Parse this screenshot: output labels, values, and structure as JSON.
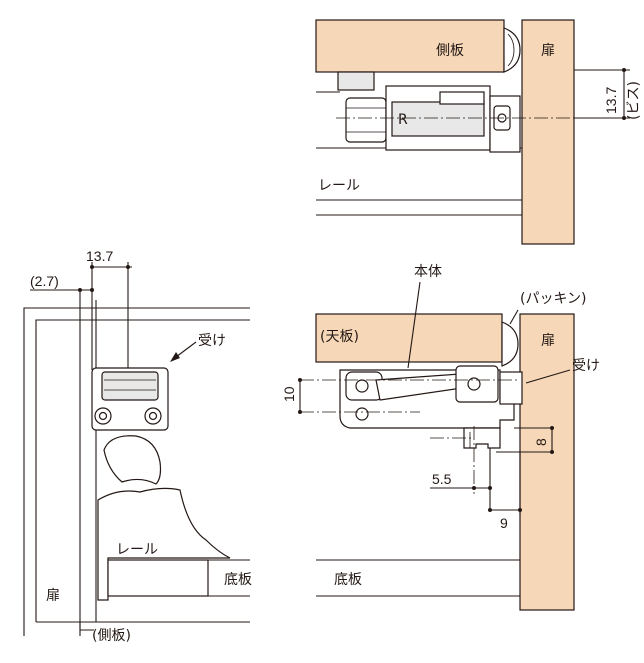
{
  "labels": {
    "top": {
      "side_panel": "側板",
      "door": "扉",
      "rail": "レール",
      "dim_13_7": "13.7",
      "screw": "(ビス)"
    },
    "left": {
      "dim_13_7": "13.7",
      "dim_2_7": "(2.7)",
      "receiver": "受け",
      "rail": "レール",
      "bottom_board": "底板",
      "door": "扉",
      "side_panel": "(側板)"
    },
    "right": {
      "body": "本体",
      "packing": "(パッキン)",
      "top_board": "(天板)",
      "door": "扉",
      "receiver": "受け",
      "dim_10": "10",
      "dim_8": "8",
      "dim_5_5": "5.5",
      "dim_9": "9",
      "bottom_board": "底板"
    }
  }
}
